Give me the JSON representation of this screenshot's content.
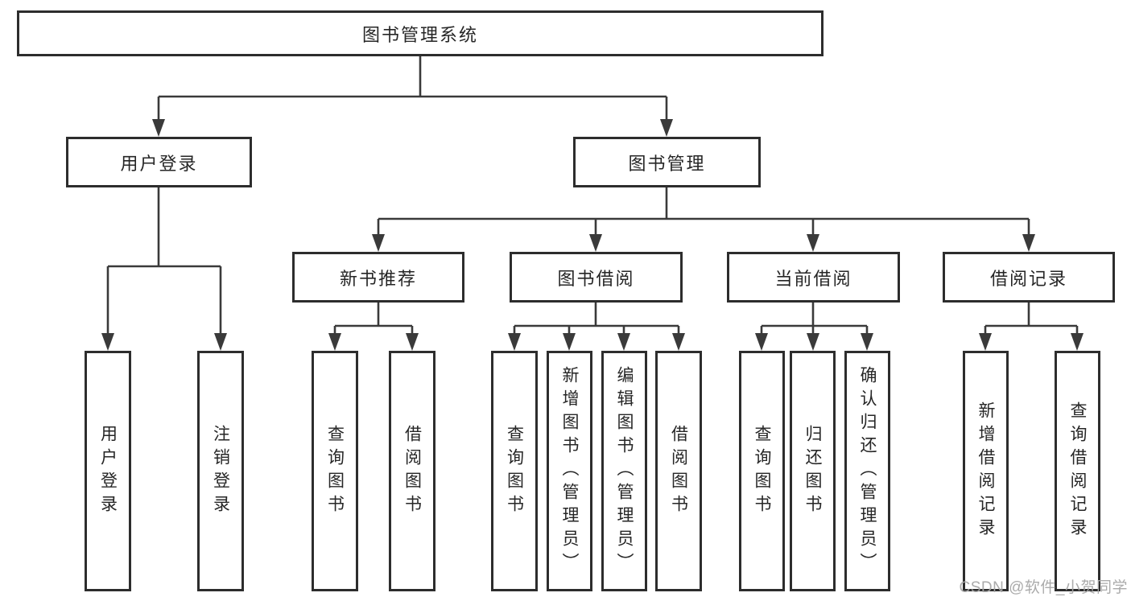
{
  "colors": {
    "line": "#3a3a3a",
    "box_border": "#2d2d2d",
    "text": "#262626",
    "watermark": "#a6a6a6",
    "background": "#ffffff"
  },
  "watermark": "CSDN @软件_小贺同学",
  "tree": {
    "label": "图书管理系统",
    "children": [
      {
        "label": "用户登录",
        "children": [
          {
            "label": "用户登录"
          },
          {
            "label": "注销登录"
          }
        ]
      },
      {
        "label": "图书管理",
        "children": [
          {
            "label": "新书推荐",
            "children": [
              {
                "label": "查询图书"
              },
              {
                "label": "借阅图书"
              }
            ]
          },
          {
            "label": "图书借阅",
            "children": [
              {
                "label": "查询图书"
              },
              {
                "label": "新增图书（管理员）"
              },
              {
                "label": "编辑图书（管理员）"
              },
              {
                "label": "借阅图书"
              }
            ]
          },
          {
            "label": "当前借阅",
            "children": [
              {
                "label": "查询图书"
              },
              {
                "label": "归还图书"
              },
              {
                "label": "确认归还（管理员）"
              }
            ]
          },
          {
            "label": "借阅记录",
            "children": [
              {
                "label": "新增借阅记录"
              },
              {
                "label": "查询借阅记录"
              }
            ]
          }
        ]
      }
    ]
  }
}
